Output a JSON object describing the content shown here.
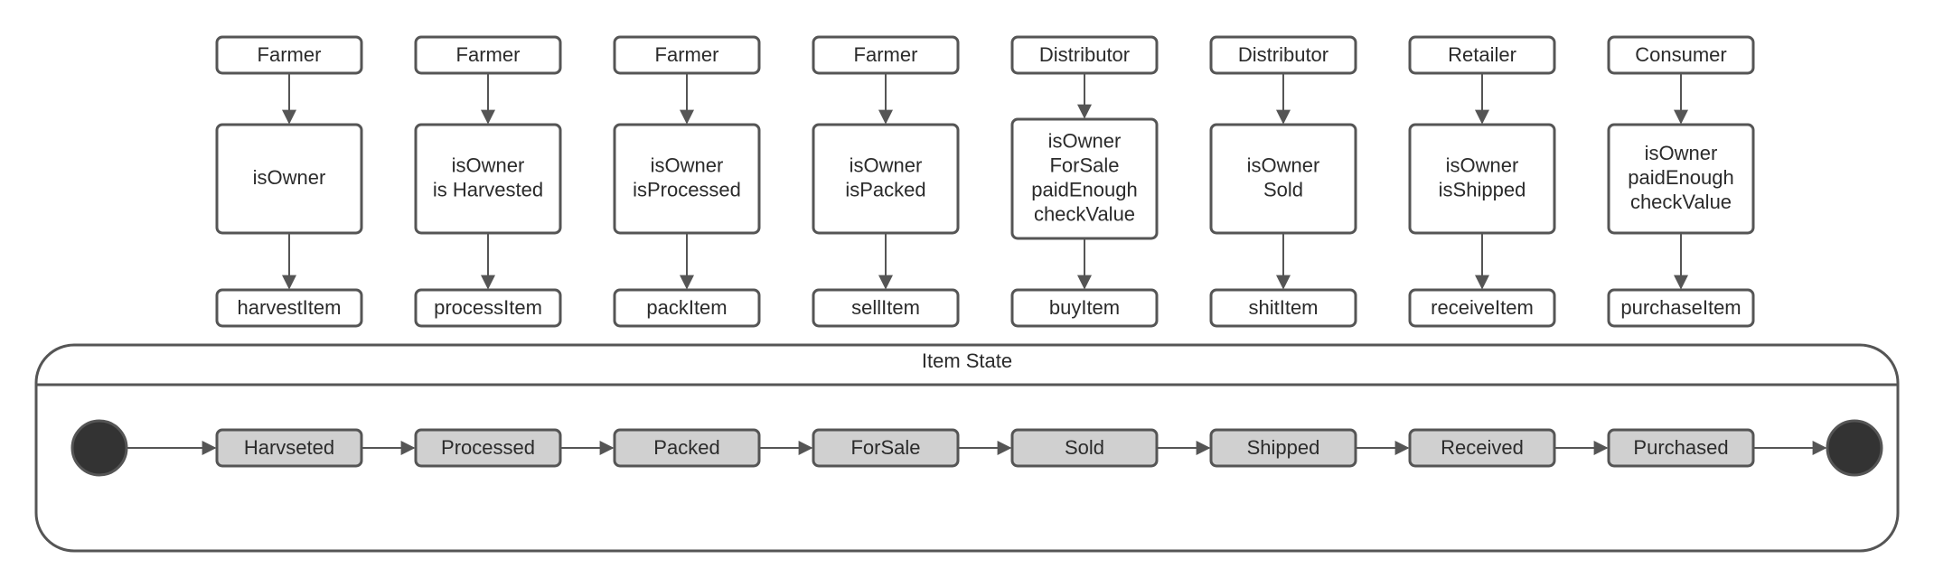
{
  "diagram": {
    "state_frame": {
      "title": "Item State"
    },
    "columns": [
      {
        "actor": "Farmer",
        "checks": [
          "isOwner"
        ],
        "function": "harvestItem",
        "state": "Harvseted"
      },
      {
        "actor": "Farmer",
        "checks": [
          "isOwner",
          "is Harvested"
        ],
        "function": "processItem",
        "state": "Processed"
      },
      {
        "actor": "Farmer",
        "checks": [
          "isOwner",
          "isProcessed"
        ],
        "function": "packItem",
        "state": "Packed"
      },
      {
        "actor": "Farmer",
        "checks": [
          "isOwner",
          "isPacked"
        ],
        "function": "sellItem",
        "state": "ForSale"
      },
      {
        "actor": "Distributor",
        "checks": [
          "isOwner",
          "ForSale",
          "paidEnough",
          "checkValue"
        ],
        "function": "buyItem",
        "state": "Sold"
      },
      {
        "actor": "Distributor",
        "checks": [
          "isOwner",
          "Sold"
        ],
        "function": "shitItem",
        "state": "Shipped"
      },
      {
        "actor": "Retailer",
        "checks": [
          "isOwner",
          "isShipped"
        ],
        "function": "receiveItem",
        "state": "Received"
      },
      {
        "actor": "Consumer",
        "checks": [
          "isOwner",
          "paidEnough",
          "checkValue"
        ],
        "function": "purchaseItem",
        "state": "Purchased"
      }
    ]
  }
}
